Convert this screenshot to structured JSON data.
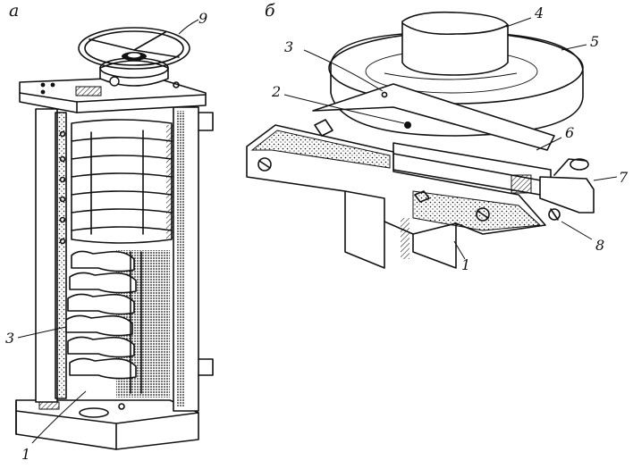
{
  "figure": {
    "panel_a": "а",
    "panel_b": "б",
    "labels_a": {
      "handwheel": "9",
      "cams": "3",
      "contacts": "1"
    },
    "labels_b": {
      "knob": "4",
      "disc": "5",
      "lever": "3",
      "pin": "2",
      "arm": "6",
      "spring_stop": "7",
      "screw": "8",
      "base": "1"
    }
  }
}
